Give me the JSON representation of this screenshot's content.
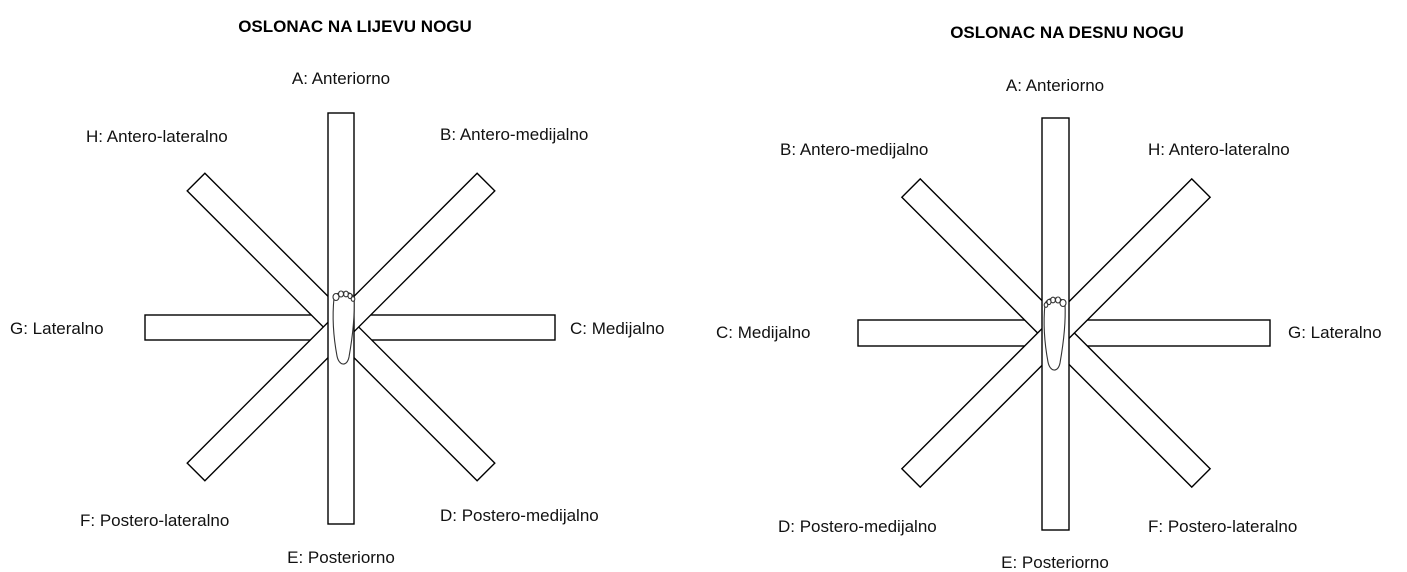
{
  "diagrams": [
    {
      "title": "OSLONAC NA LIJEVU NOGU",
      "labels": {
        "A": "A: Anteriorno",
        "B": "B: Antero-medijalno",
        "C": "C: Medijalno",
        "D": "D: Postero-medijalno",
        "E": "E: Posteriorno",
        "F": "F: Postero-lateralno",
        "G": "G: Lateralno",
        "H": "H: Antero-lateralno"
      }
    },
    {
      "title": "OSLONAC NA DESNU NOGU",
      "labels": {
        "A": "A: Anteriorno",
        "B": "B: Antero-medijalno",
        "C": "C: Medijalno",
        "D": "D: Postero-medijalno",
        "E": "E: Posteriorno",
        "F": "F: Postero-lateralno",
        "G": "G: Lateralno",
        "H": "H: Antero-lateralno"
      }
    }
  ]
}
